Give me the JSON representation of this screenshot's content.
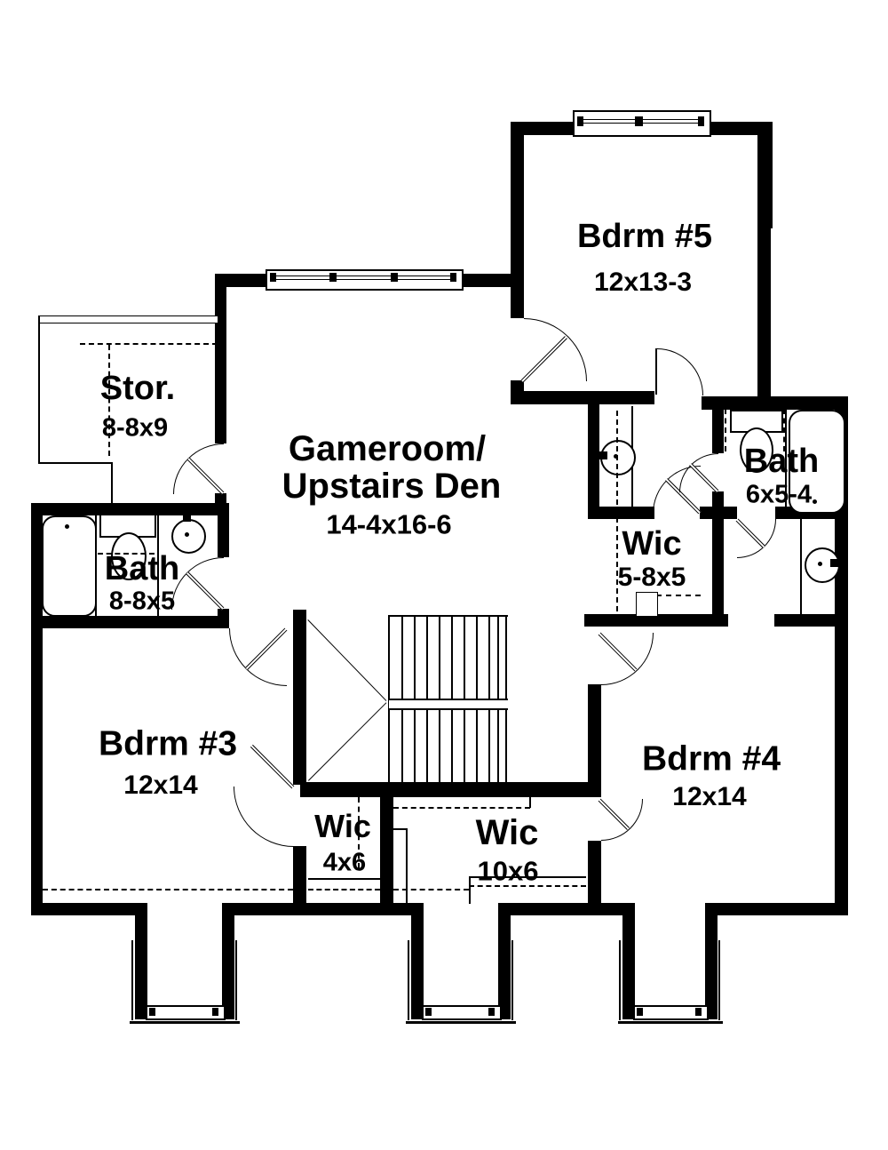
{
  "plan": {
    "type": "floor-plan",
    "level": "upper floor",
    "colors": {
      "wall": "#000000",
      "background": "#ffffff",
      "text": "#000000"
    },
    "fixtures": [
      "bathtub",
      "toilet",
      "round-sink",
      "bathtub",
      "toilet",
      "round-sink",
      "round-sink",
      "staircase",
      "window",
      "dormer-window"
    ]
  },
  "rooms": [
    {
      "id": "bdrm5",
      "name": "Bdrm #5",
      "dims": "12x13-3"
    },
    {
      "id": "stor",
      "name": "Stor.",
      "dims": "8-8x9"
    },
    {
      "id": "gameroom",
      "name": "Gameroom/",
      "name2": "Upstairs Den",
      "dims": "14-4x16-6"
    },
    {
      "id": "bath-left",
      "name": "Bath",
      "dims": "8-8x5"
    },
    {
      "id": "bath-right",
      "name": "Bath",
      "dims": "6x5-4"
    },
    {
      "id": "wic-bdrm5",
      "name": "Wic",
      "dims": "5-8x5"
    },
    {
      "id": "bdrm3",
      "name": "Bdrm #3",
      "dims": "12x14"
    },
    {
      "id": "bdrm4",
      "name": "Bdrm #4",
      "dims": "12x14"
    },
    {
      "id": "wic-bdrm3",
      "name": "Wic",
      "dims": "4x6"
    },
    {
      "id": "wic-bdrm4",
      "name": "Wic",
      "dims": "10x6"
    }
  ]
}
